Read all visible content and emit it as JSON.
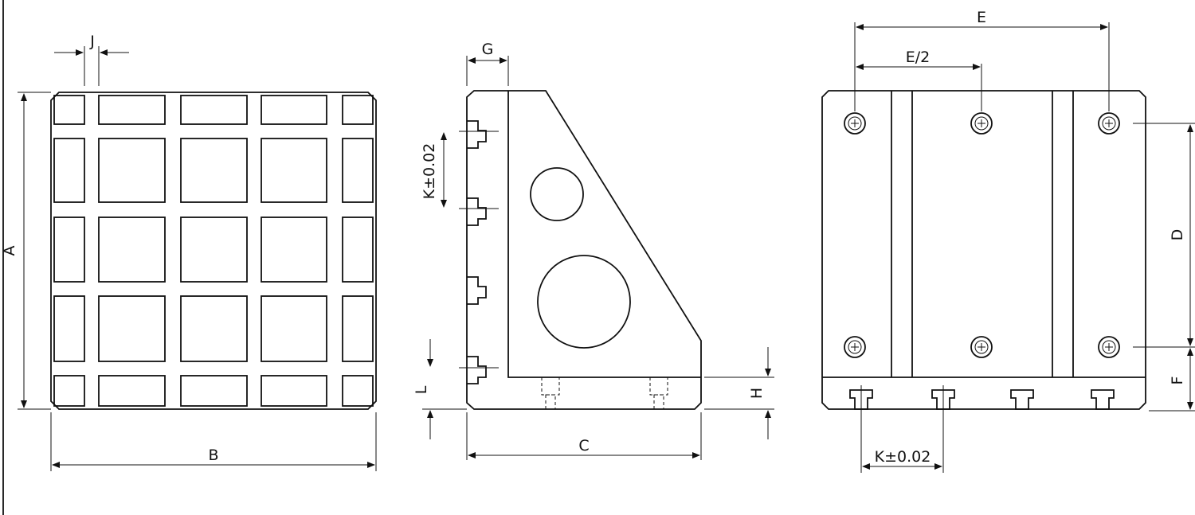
{
  "diagram": {
    "labels": {
      "front_width": "B",
      "front_height": "A",
      "slot_width": "J",
      "side_depth": "C",
      "side_flange": "G",
      "side_pitch": "K±0.02",
      "side_base_h": "H",
      "side_slot_l": "L",
      "rear_span": "E",
      "rear_half_span": "E/2",
      "rear_hole_pitch": "D",
      "rear_base_f": "F",
      "rear_pitch": "K±0.02"
    },
    "colors": {
      "line": "#111111",
      "background": "#ffffff"
    }
  }
}
